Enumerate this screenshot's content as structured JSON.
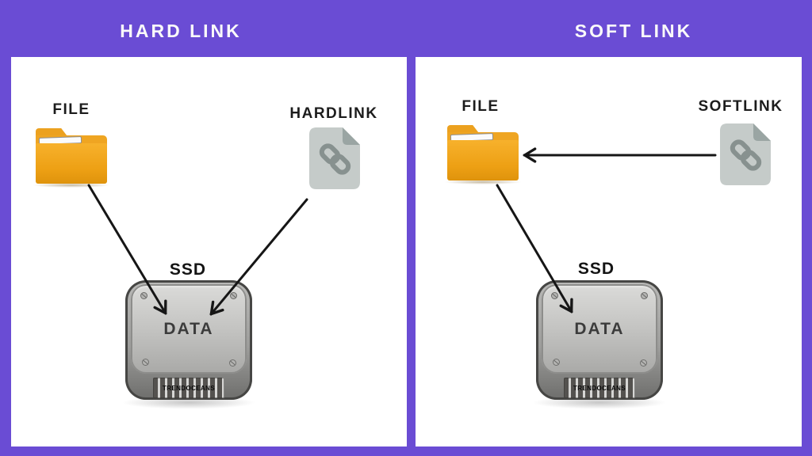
{
  "colors": {
    "background": "#6A4CD4",
    "panel": "#FFFFFF",
    "folder_orange": "#F0A41E",
    "document_gray": "#C5CBC9",
    "arrow_black": "#161616",
    "title_white": "#FAFAFA"
  },
  "panels": [
    {
      "id": "hard-link",
      "title": "HARD LINK",
      "file_label": "FILE",
      "link_label": "HARDLINK",
      "ssd_label": "SSD",
      "data_label": "DATA",
      "brand": "TRENDOCEANS"
    },
    {
      "id": "soft-link",
      "title": "SOFT LINK",
      "file_label": "FILE",
      "link_label": "SOFTLINK",
      "ssd_label": "SSD",
      "data_label": "DATA",
      "brand": "TRENDOCEANS"
    }
  ]
}
